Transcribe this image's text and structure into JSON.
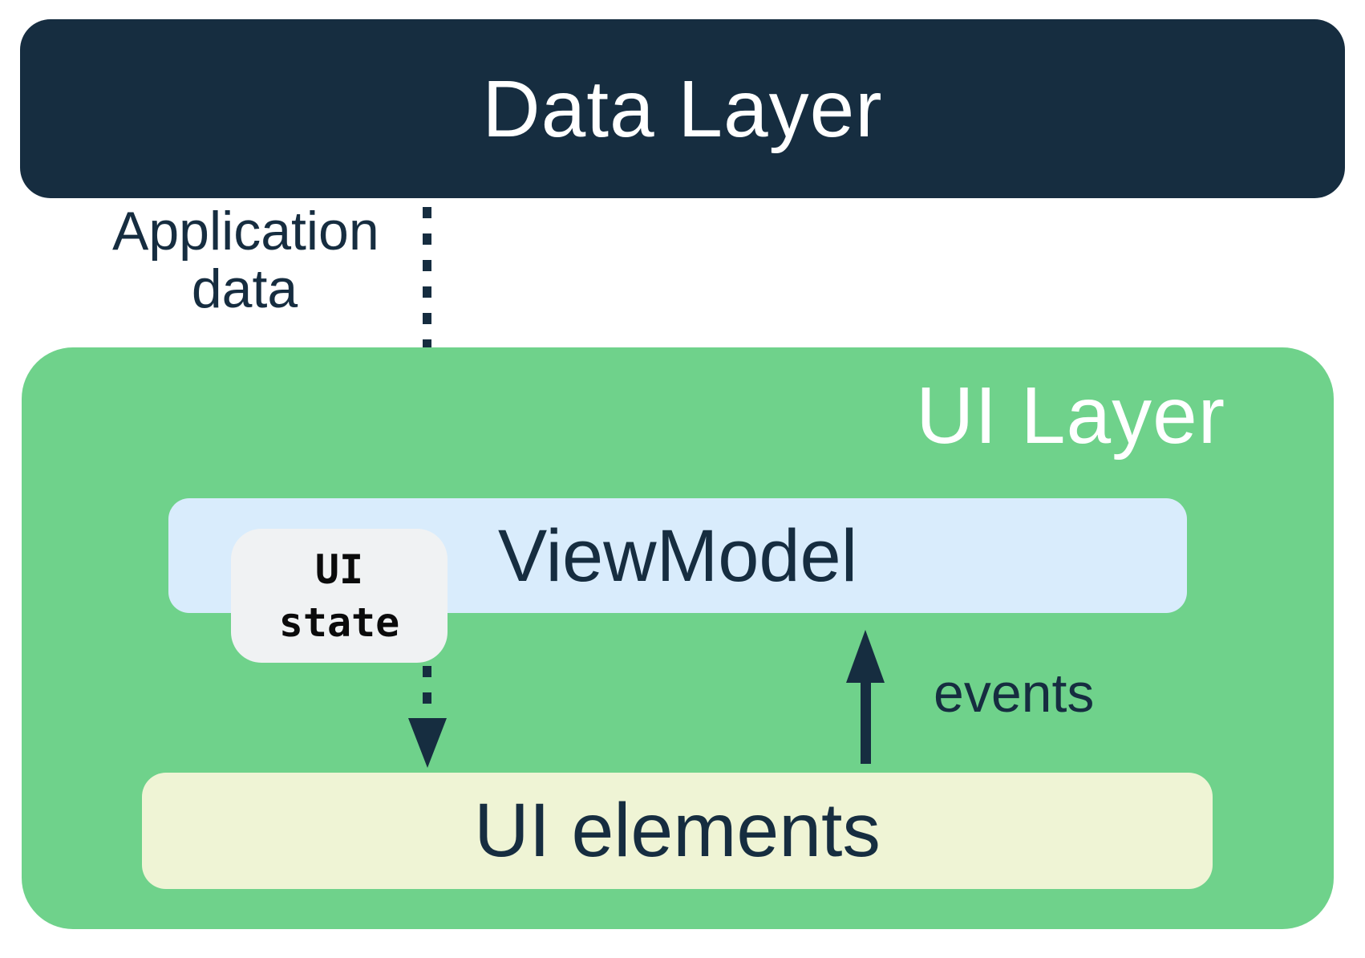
{
  "palette": {
    "navy": "#162D40",
    "green": "#6FD28B",
    "lightblue": "#D9ECFC",
    "paleyellow": "#EFF4D5",
    "gray": "#F0F2F3",
    "white": "#FFFFFF",
    "black": "#0B0B0B"
  },
  "data_layer": {
    "label": "Data Layer"
  },
  "ui_layer": {
    "label": "UI Layer"
  },
  "viewmodel": {
    "label": "ViewModel"
  },
  "ui_state": {
    "label": "UI\nstate"
  },
  "ui_elements": {
    "label": "UI elements"
  },
  "flows": {
    "application_data": {
      "label": "Application\ndata",
      "style": "dotted",
      "direction": "down",
      "from": "Data Layer",
      "to": "ViewModel"
    },
    "ui_state_to_elements": {
      "style": "dotted",
      "direction": "down",
      "from": "ViewModel",
      "to": "UI elements"
    },
    "events": {
      "label": "events",
      "style": "solid",
      "direction": "up",
      "from": "UI elements",
      "to": "ViewModel"
    }
  }
}
